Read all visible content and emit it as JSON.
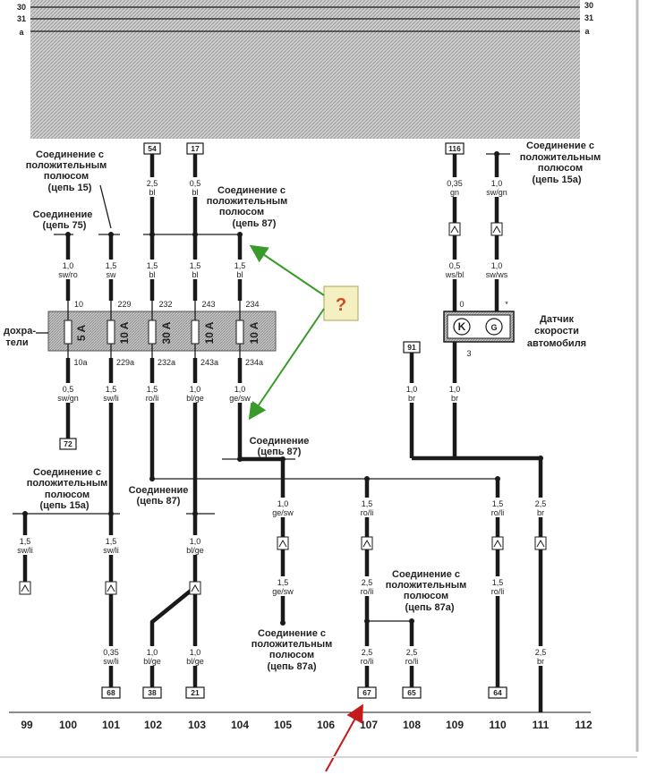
{
  "rails": [
    "30",
    "31",
    "a"
  ],
  "terminals_top": [
    "54",
    "17",
    "116"
  ],
  "conn_15": [
    "Соединение с",
    "положительным",
    "полюсом",
    "(цепь 15)"
  ],
  "conn_75": [
    "Соединение",
    "(цепь 75)"
  ],
  "conn_87_top": [
    "Соединение с",
    "положительным",
    "полюсом",
    "(цепь 87)"
  ],
  "conn_15a_right": [
    "Соединение с",
    "положительным",
    "полюсом",
    "(цепь 15а)"
  ],
  "fuse_label": [
    "дохра-",
    "тели"
  ],
  "fuses": [
    {
      "rating": "5 A",
      "in": "10",
      "out": "10a"
    },
    {
      "rating": "10 A",
      "in": "229",
      "out": "229a"
    },
    {
      "rating": "30 A",
      "in": "232",
      "out": "232a"
    },
    {
      "rating": "10 A",
      "in": "243",
      "out": "243a"
    },
    {
      "rating": "10 A",
      "in": "234",
      "out": "234a"
    }
  ],
  "question_mark": "?",
  "sensor_label": [
    "Датчик",
    "скорости",
    "автомобиля"
  ],
  "sensor_pins": {
    "left": "0",
    "right": "*",
    "bottom": "3",
    "k": "K",
    "g": "G"
  },
  "terminal_91": "91",
  "conn_87_mid": [
    "Соединение",
    "(цепь 87)"
  ],
  "conn_87_left": [
    "Соединение",
    "(цепь 87)"
  ],
  "conn_15a_left": [
    "Соединение с",
    "положительным",
    "полюсом",
    "(цепь 15а)"
  ],
  "conn_87a_bottom": [
    "Соединение с",
    "положительным",
    "полюсом",
    "(цепь 87а)"
  ],
  "conn_87a_right": [
    "Соединение с",
    "положительным",
    "полюсом",
    "(цепь 87а)"
  ],
  "terminals_bottom": [
    "72",
    "68",
    "38",
    "21",
    "67",
    "65",
    "64"
  ],
  "wires": {
    "c54": [
      "2,5",
      "bl"
    ],
    "c17": [
      "0,5",
      "bl"
    ],
    "c116": [
      "0,35",
      "gn"
    ],
    "c15a": [
      "1,0",
      "sw/gn"
    ],
    "w100a": [
      "1,0",
      "sw/ro"
    ],
    "w101a": [
      "1,5",
      "sw"
    ],
    "w102a": [
      "1,5",
      "bl"
    ],
    "w103a": [
      "1,5",
      "bl"
    ],
    "w104a": [
      "1,5",
      "bl"
    ],
    "w109a": [
      "0,5",
      "ws/bl"
    ],
    "w110a": [
      "1,0",
      "sw/ws"
    ],
    "w100b": [
      "0,5",
      "sw/gn"
    ],
    "w101b": [
      "1,5",
      "sw/li"
    ],
    "w102b": [
      "1,5",
      "ro/li"
    ],
    "w103b": [
      "1,0",
      "bl/ge"
    ],
    "w104b": [
      "1,0",
      "ge/sw"
    ],
    "w108r": [
      "1,0",
      "br"
    ],
    "w109r": [
      "1,0",
      "br"
    ],
    "w99": [
      "1,5",
      "sw/li"
    ],
    "w101c": [
      "1,5",
      "sw/li"
    ],
    "w103c": [
      "1,0",
      "bl/ge"
    ],
    "w105a": [
      "1,0",
      "ge/sw"
    ],
    "w105b": [
      "1,5",
      "ge/sw"
    ],
    "w107a": [
      "1,5",
      "ro/li"
    ],
    "w107b": [
      "2,5",
      "ro/li"
    ],
    "w110b": [
      "1,5",
      "ro/li"
    ],
    "w110c": [
      "1,5",
      "ro/li"
    ],
    "w111a": [
      "2,5",
      "br"
    ],
    "w111b": [
      "2,5",
      "br"
    ],
    "w101d": [
      "0,35",
      "sw/li"
    ],
    "w102d": [
      "1,0",
      "bl/ge"
    ],
    "w103d": [
      "1,0",
      "bl/ge"
    ],
    "w107d": [
      "2,5",
      "ro/li"
    ],
    "w108d": [
      "2,5",
      "ro/li"
    ]
  },
  "columns": [
    "99",
    "100",
    "101",
    "102",
    "103",
    "104",
    "105",
    "106",
    "107",
    "108",
    "109",
    "110",
    "111",
    "112"
  ]
}
